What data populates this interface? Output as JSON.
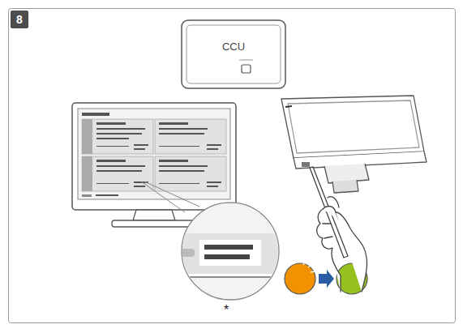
{
  "diagram": {
    "nodes": [
      {
        "text": [
          "8"
        ]
      },
      {
        "text": [
          "CCU"
        ]
      }
    ],
    "labels": [
      "*"
    ]
  }
}
